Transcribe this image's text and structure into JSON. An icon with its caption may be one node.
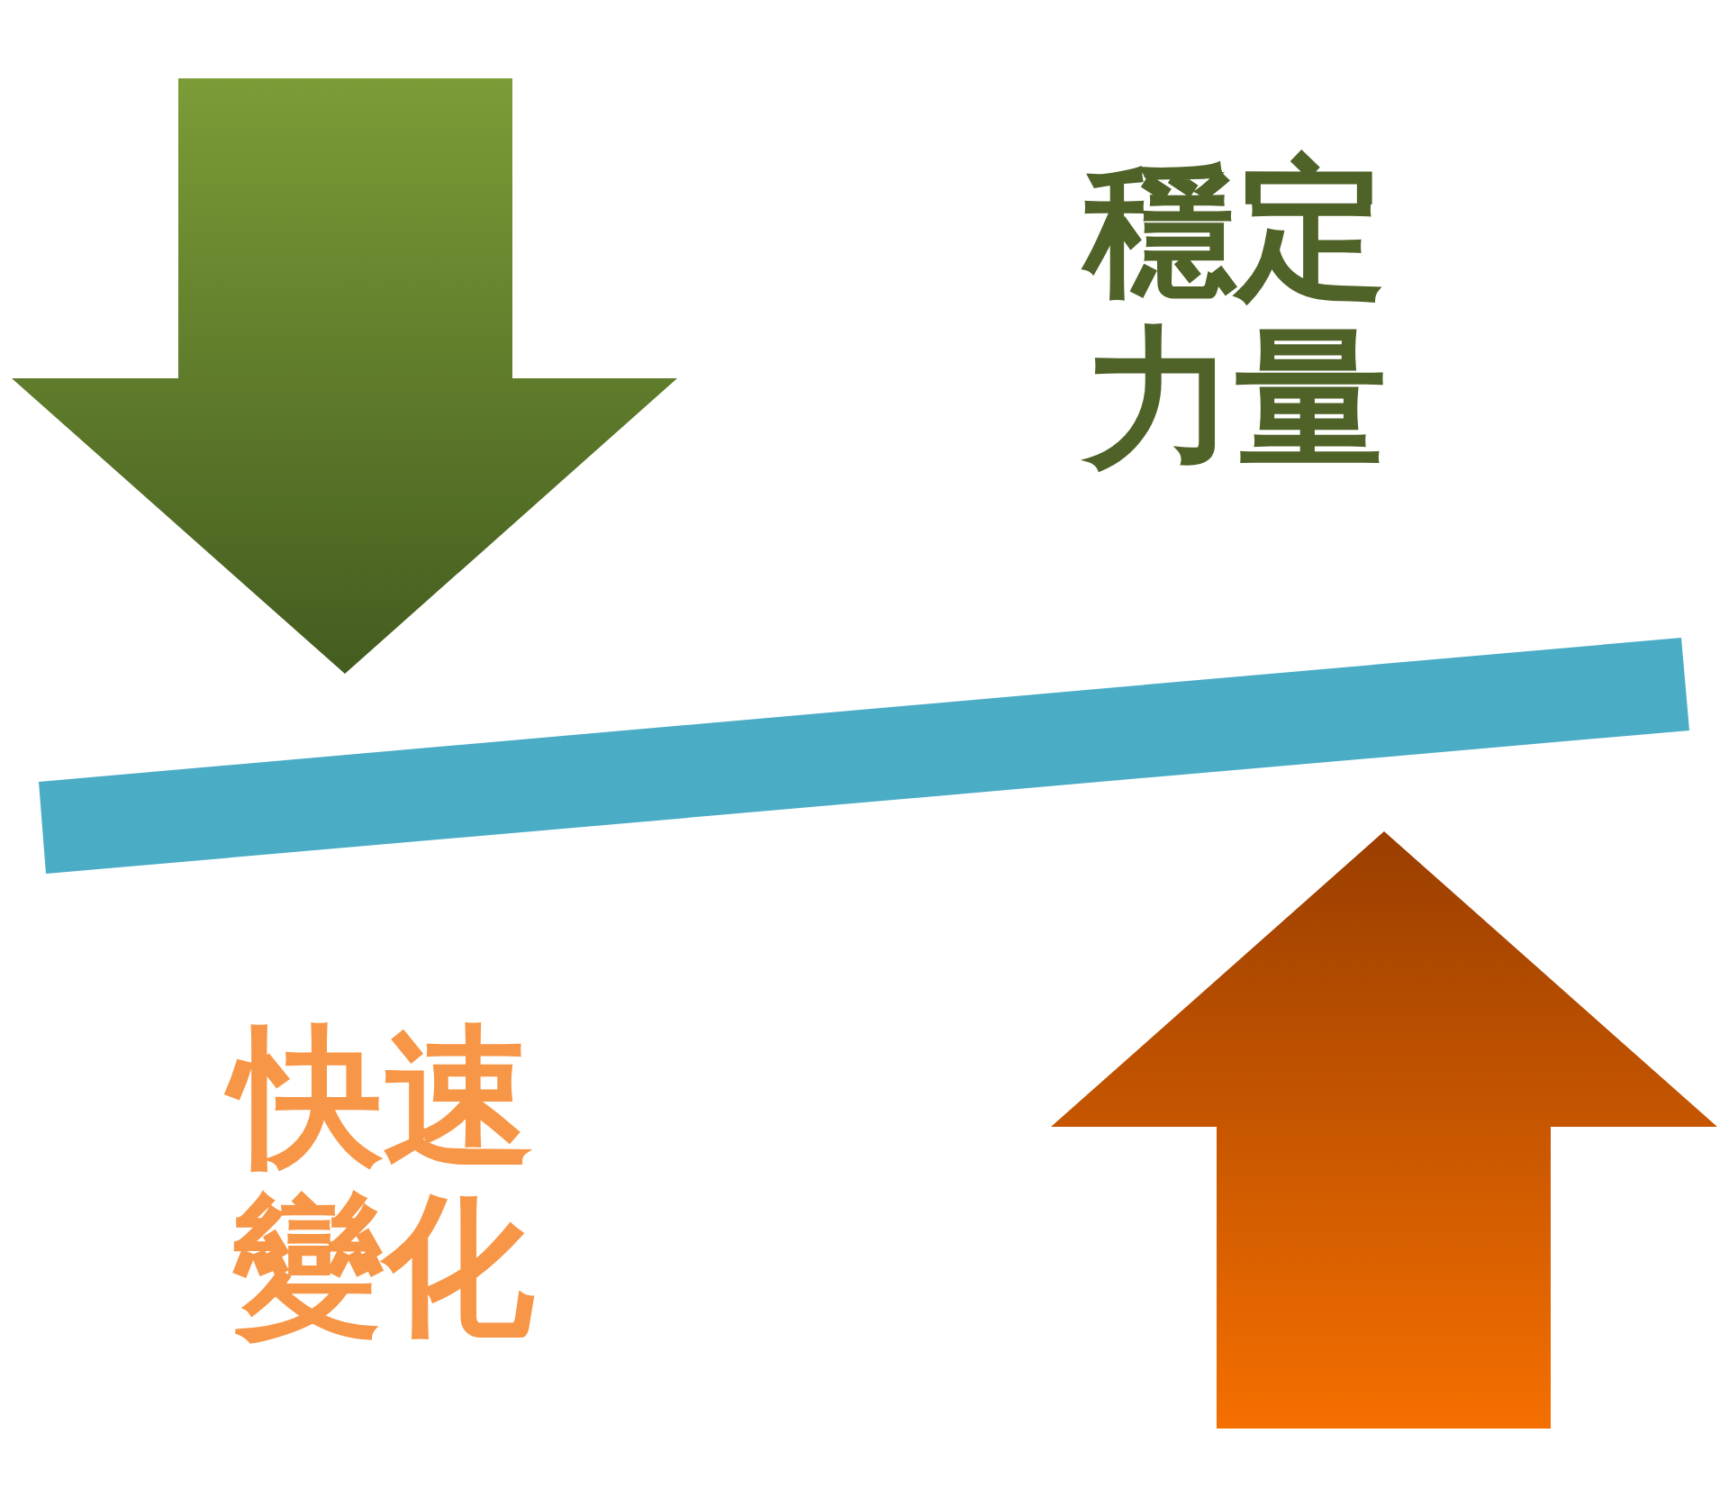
{
  "diagram": {
    "nodes": [
      {
        "text": [],
        "shape": "bar"
      }
    ],
    "labels": [
      "穩定力量",
      "快速變化"
    ]
  }
}
